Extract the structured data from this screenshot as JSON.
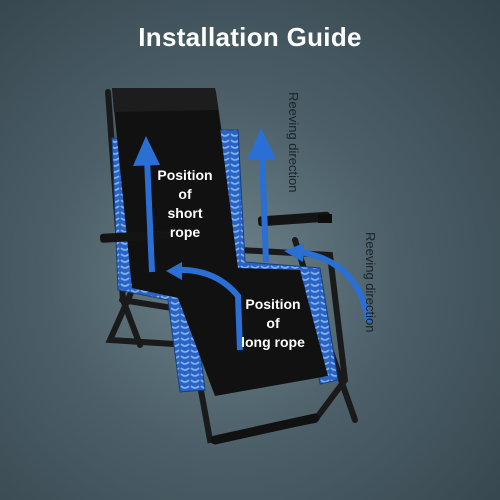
{
  "title": "Installation Guide",
  "labels": {
    "short_rope": [
      "Position",
      "of",
      "short rope"
    ],
    "long_rope": [
      "Position",
      "of",
      "long rope"
    ]
  },
  "reeving": {
    "upper": "Reeving direction",
    "lower": "Reeving direction"
  },
  "colors": {
    "arrow": "#2a6fd3",
    "bungee": "#2b63c4",
    "fabric": "#111111",
    "frame": "#1a1a1a"
  }
}
